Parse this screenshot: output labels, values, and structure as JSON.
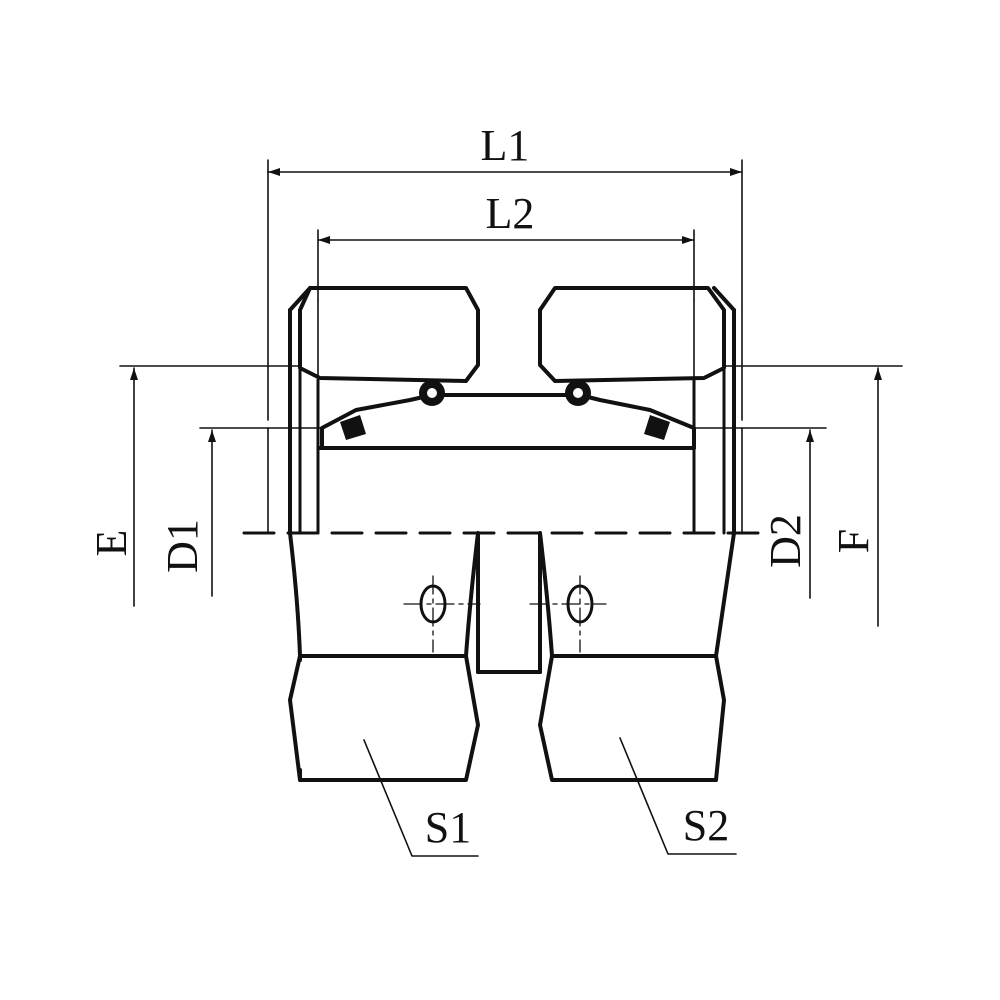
{
  "drawing": {
    "labels": {
      "L1": "L1",
      "L2": "L2",
      "E": "E",
      "D1": "D1",
      "D2": "D2",
      "F": "F",
      "S1": "S1",
      "S2": "S2"
    }
  }
}
